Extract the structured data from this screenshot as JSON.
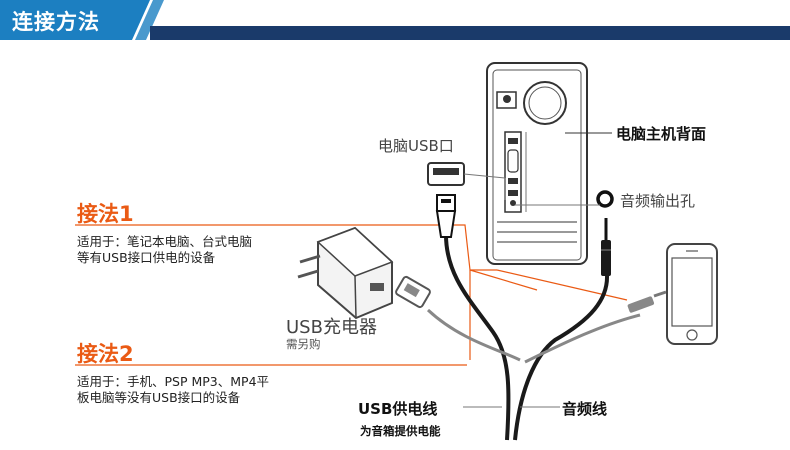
{
  "banner": {
    "title": "连接方法",
    "accent_color": "#1c7fc1",
    "band_color": "#1a3a6a"
  },
  "labels": {
    "computer_back": "电脑主机背面",
    "usb_port": "电脑USB口",
    "audio_out": "音频输出孔",
    "charger": "USB充电器",
    "charger_note": "需另购",
    "usb_power_cable": "USB供电线",
    "usb_power_note": "为音箱提供电能",
    "audio_cable": "音频线"
  },
  "methods": [
    {
      "title": "接法1",
      "desc": "适用于：笔记本电脑、台式电脑等有USB接口供电的设备"
    },
    {
      "title": "接法2",
      "desc": "适用于：手机、PSP MP3、MP4平板电脑等没有USB接口的设备"
    }
  ],
  "colors": {
    "method_orange": "#ea5a14",
    "cable_dark": "#1a1a1a"
  }
}
